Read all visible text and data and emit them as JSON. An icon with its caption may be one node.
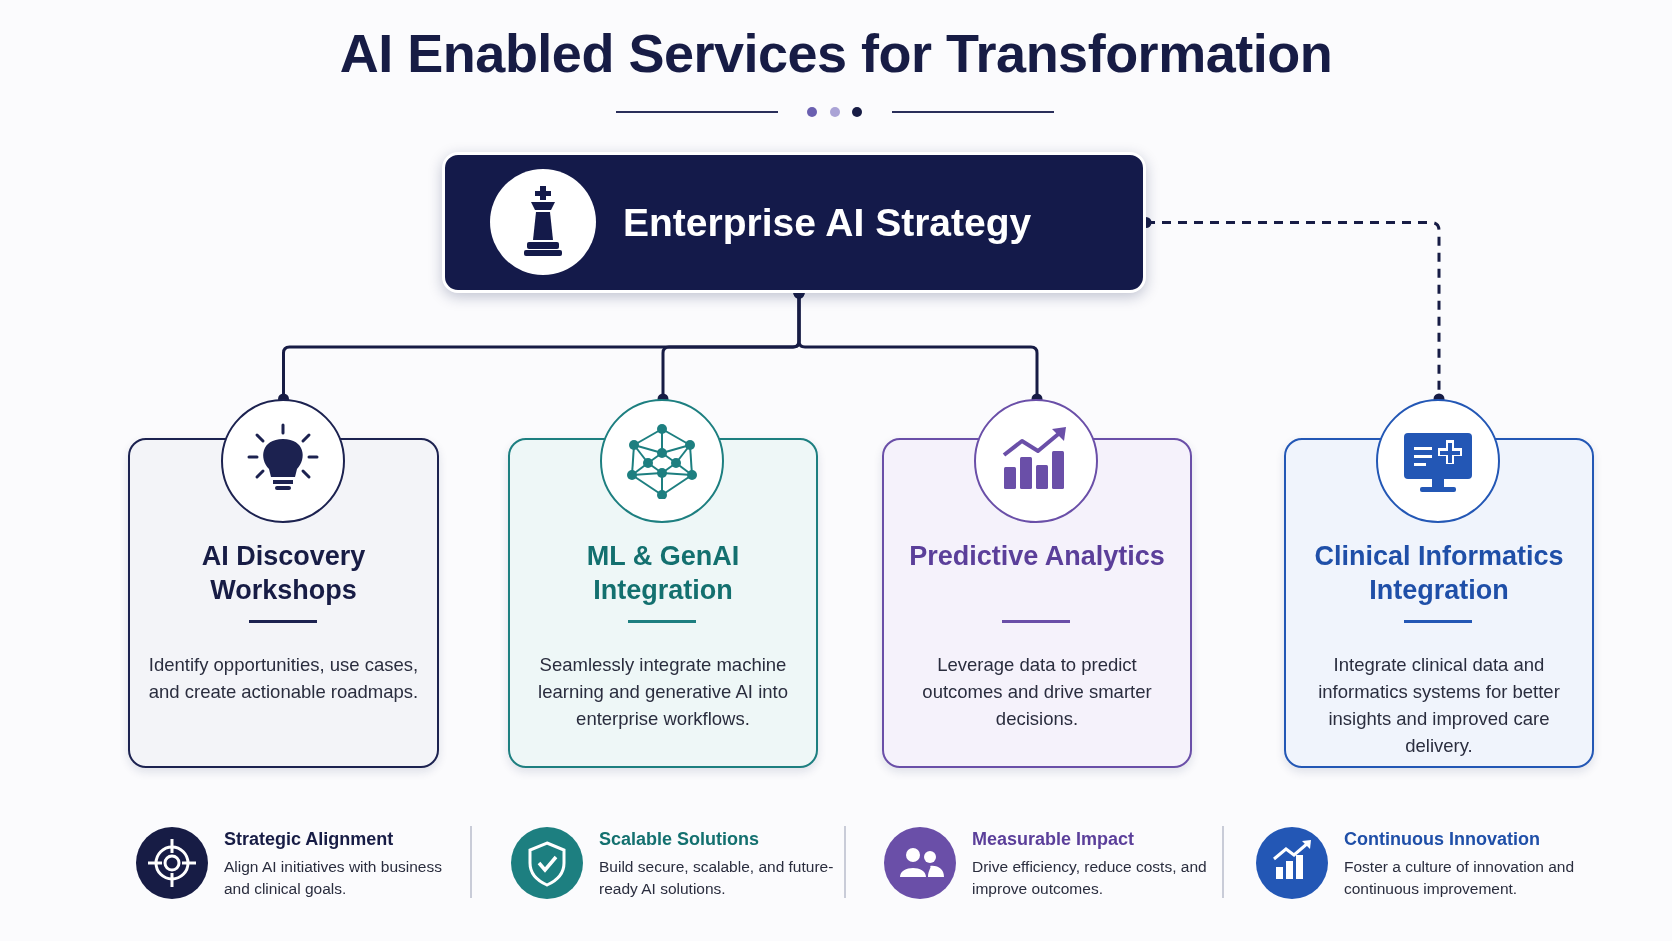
{
  "diagram": {
    "title": "AI Enabled Services for Transformation",
    "nodes": [
      {
        "text": [
          "Enterprise AI Strategy"
        ]
      },
      {
        "text": [
          "AI Discovery Workshops",
          "Identify opportunities, use cases, and create actionable roadmaps."
        ]
      },
      {
        "text": [
          "ML & GenAI Integration",
          "Seamlessly integrate machine learning and generative AI into enterprise workflows."
        ]
      },
      {
        "text": [
          "Predictive Analytics",
          "Leverage data to predict outcomes and drive smarter decisions."
        ]
      },
      {
        "text": [
          "Clinical Informatics Integration",
          "Integrate clinical data and informatics systems for better insights and improved care delivery."
        ]
      }
    ],
    "edges": [
      {
        "from": 0,
        "to": 1,
        "arrow": "other"
      },
      {
        "from": 0,
        "to": 2,
        "arrow": "other"
      },
      {
        "from": 0,
        "to": 3,
        "arrow": "other"
      },
      {
        "from": 0,
        "to": 4,
        "arrow": "other",
        "style": "dashed"
      }
    ],
    "labels": [
      "Strategic Alignment",
      "Align AI initiatives with business and clinical goals.",
      "Scalable Solutions",
      "Build secure, scalable, and future-ready AI solutions.",
      "Measurable Impact",
      "Drive efficiency, reduce costs, and improve outcomes.",
      "Continuous Innovation",
      "Foster a culture of innovation and continuous improvement."
    ]
  }
}
